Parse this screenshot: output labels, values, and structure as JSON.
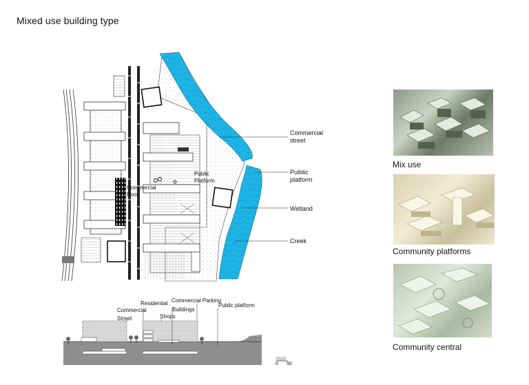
{
  "title": "Mixed use building type",
  "plan": {
    "callouts": [
      {
        "id": "commercial-street",
        "line1": "Commercial",
        "line2": "street"
      },
      {
        "id": "public-platform",
        "line1": "Puiblic",
        "line2": "platform"
      },
      {
        "id": "wetland",
        "line1": "Wetland",
        "line2": ""
      },
      {
        "id": "creek",
        "line1": "Creek",
        "line2": ""
      }
    ],
    "inner_labels": {
      "public_platform_1": "Public",
      "public_platform_2": "Platform",
      "commercial_roof_1": "Commercial",
      "commercial_roof_2": "Roof"
    }
  },
  "section": {
    "labels": {
      "commercial": "Commercial",
      "street": "Street",
      "residential": "Residential",
      "shops": "Shops",
      "commercial_parking": "Commercial Parking",
      "buildings": "Buildings",
      "public_platform": "Public platform"
    },
    "scale": {
      "zero": "0",
      "fifty": "50"
    }
  },
  "photos": [
    {
      "caption": "Mix use"
    },
    {
      "caption": "Community platforms"
    },
    {
      "caption": "Community central"
    }
  ],
  "colors": {
    "creek": "#1fb4e6",
    "ground": "#9a9a9a",
    "building": "#d9d9d9"
  }
}
